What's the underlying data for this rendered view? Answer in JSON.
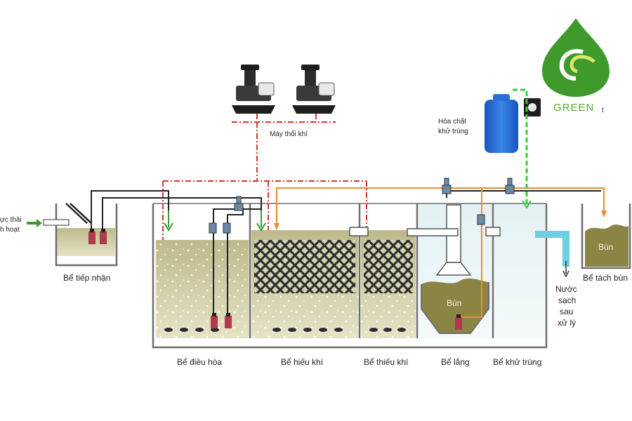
{
  "brand": {
    "name": "GREEN",
    "suffix": "t"
  },
  "inlet": {
    "line1": "ực thải",
    "line2": "h hoạt"
  },
  "blower_label": "Máy thổi khí",
  "chemical_label": {
    "line1": "Hóa chất",
    "line2": "khử trùng"
  },
  "outlet_label": [
    "Nước",
    "sạch",
    "sau",
    "xử lý"
  ],
  "sludge_label": "Bùn",
  "tanks": {
    "receiving": "Bể tiếp nhận",
    "equalization": "Bể điều hòa",
    "aerobic": "Bể hiếu khí",
    "anoxic": "Bể thiếu khí",
    "settling": "Bể lắng",
    "disinfection": "Bể khử trùng",
    "sludge": "Bể tách bùn"
  },
  "colors": {
    "air_line": "#d9342b",
    "sludge_line": "#ef8a2c",
    "chemical_line": "#2fcf35",
    "water_pipe": "#222222",
    "tank_wall": "#6e6e6e",
    "liquid": "#d8d4a8",
    "sludge": "#8a8545",
    "brand_green": "#58a82a",
    "chem_tank": "#2a6fd6"
  }
}
